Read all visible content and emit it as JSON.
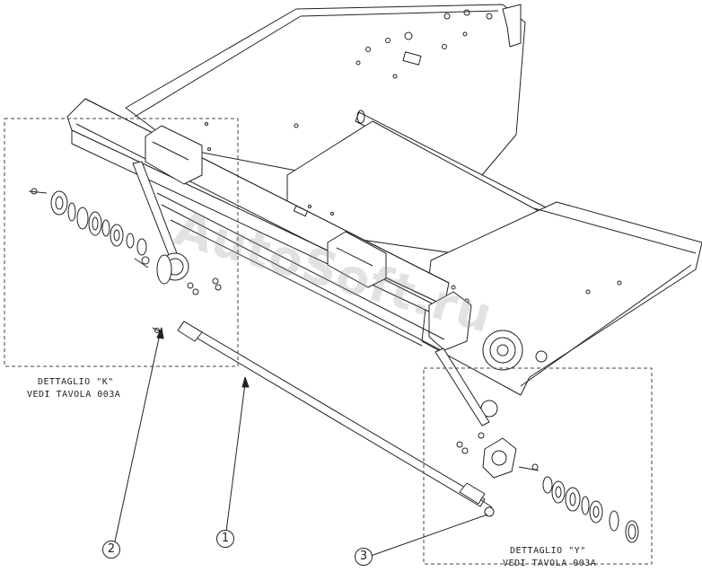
{
  "detail_k": {
    "line1": "DETTAGLIO \"K\"",
    "line2": "VEDI TAVOLA 003A"
  },
  "detail_y": {
    "line1": "DETTAGLIO \"Y\"",
    "line2": "VEDI TAVOLA 003A"
  },
  "callouts": [
    "1",
    "2",
    "3"
  ],
  "watermark": "AutoSoft.ru"
}
